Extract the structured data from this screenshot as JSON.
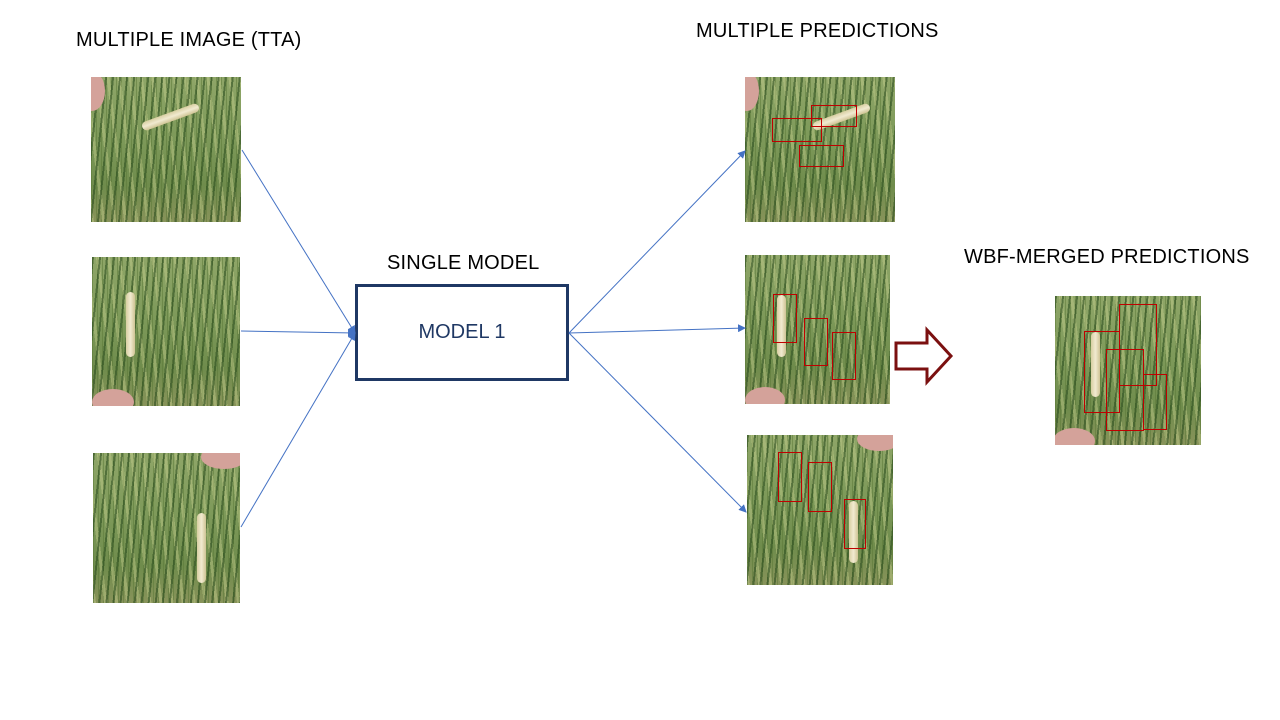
{
  "labels": {
    "inputs_title": "MULTIPLE IMAGE (TTA)",
    "model_title": "SINGLE MODEL",
    "model_box": "MODEL 1",
    "predictions_title": "MULTIPLE PREDICTIONS",
    "merged_title": "WBF-MERGED PREDICTIONS"
  },
  "colors": {
    "connector_arrow": "#4472c4",
    "model_border": "#1f3864",
    "bounding_box": "#c00000",
    "merge_arrow": "#7b1010"
  }
}
